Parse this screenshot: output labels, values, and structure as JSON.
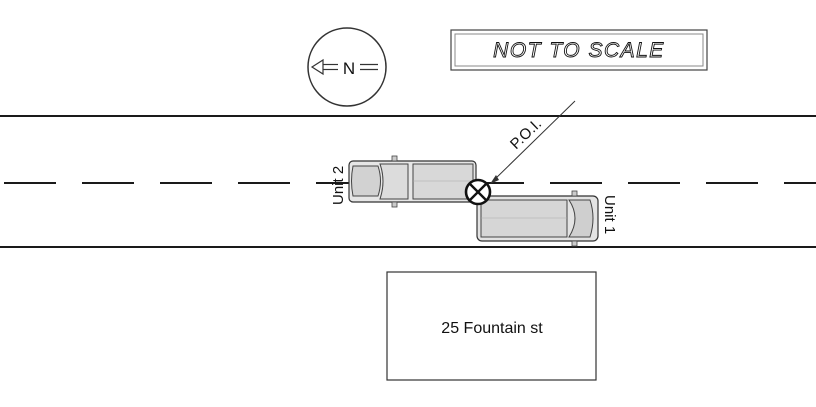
{
  "compass": {
    "label": "N"
  },
  "scale_note": {
    "text": "NOT TO SCALE"
  },
  "poi": {
    "label": "P.O.I."
  },
  "units": {
    "unit1": "Unit 1",
    "unit2": "Unit 2"
  },
  "building": {
    "address": "25 Fountain st"
  }
}
